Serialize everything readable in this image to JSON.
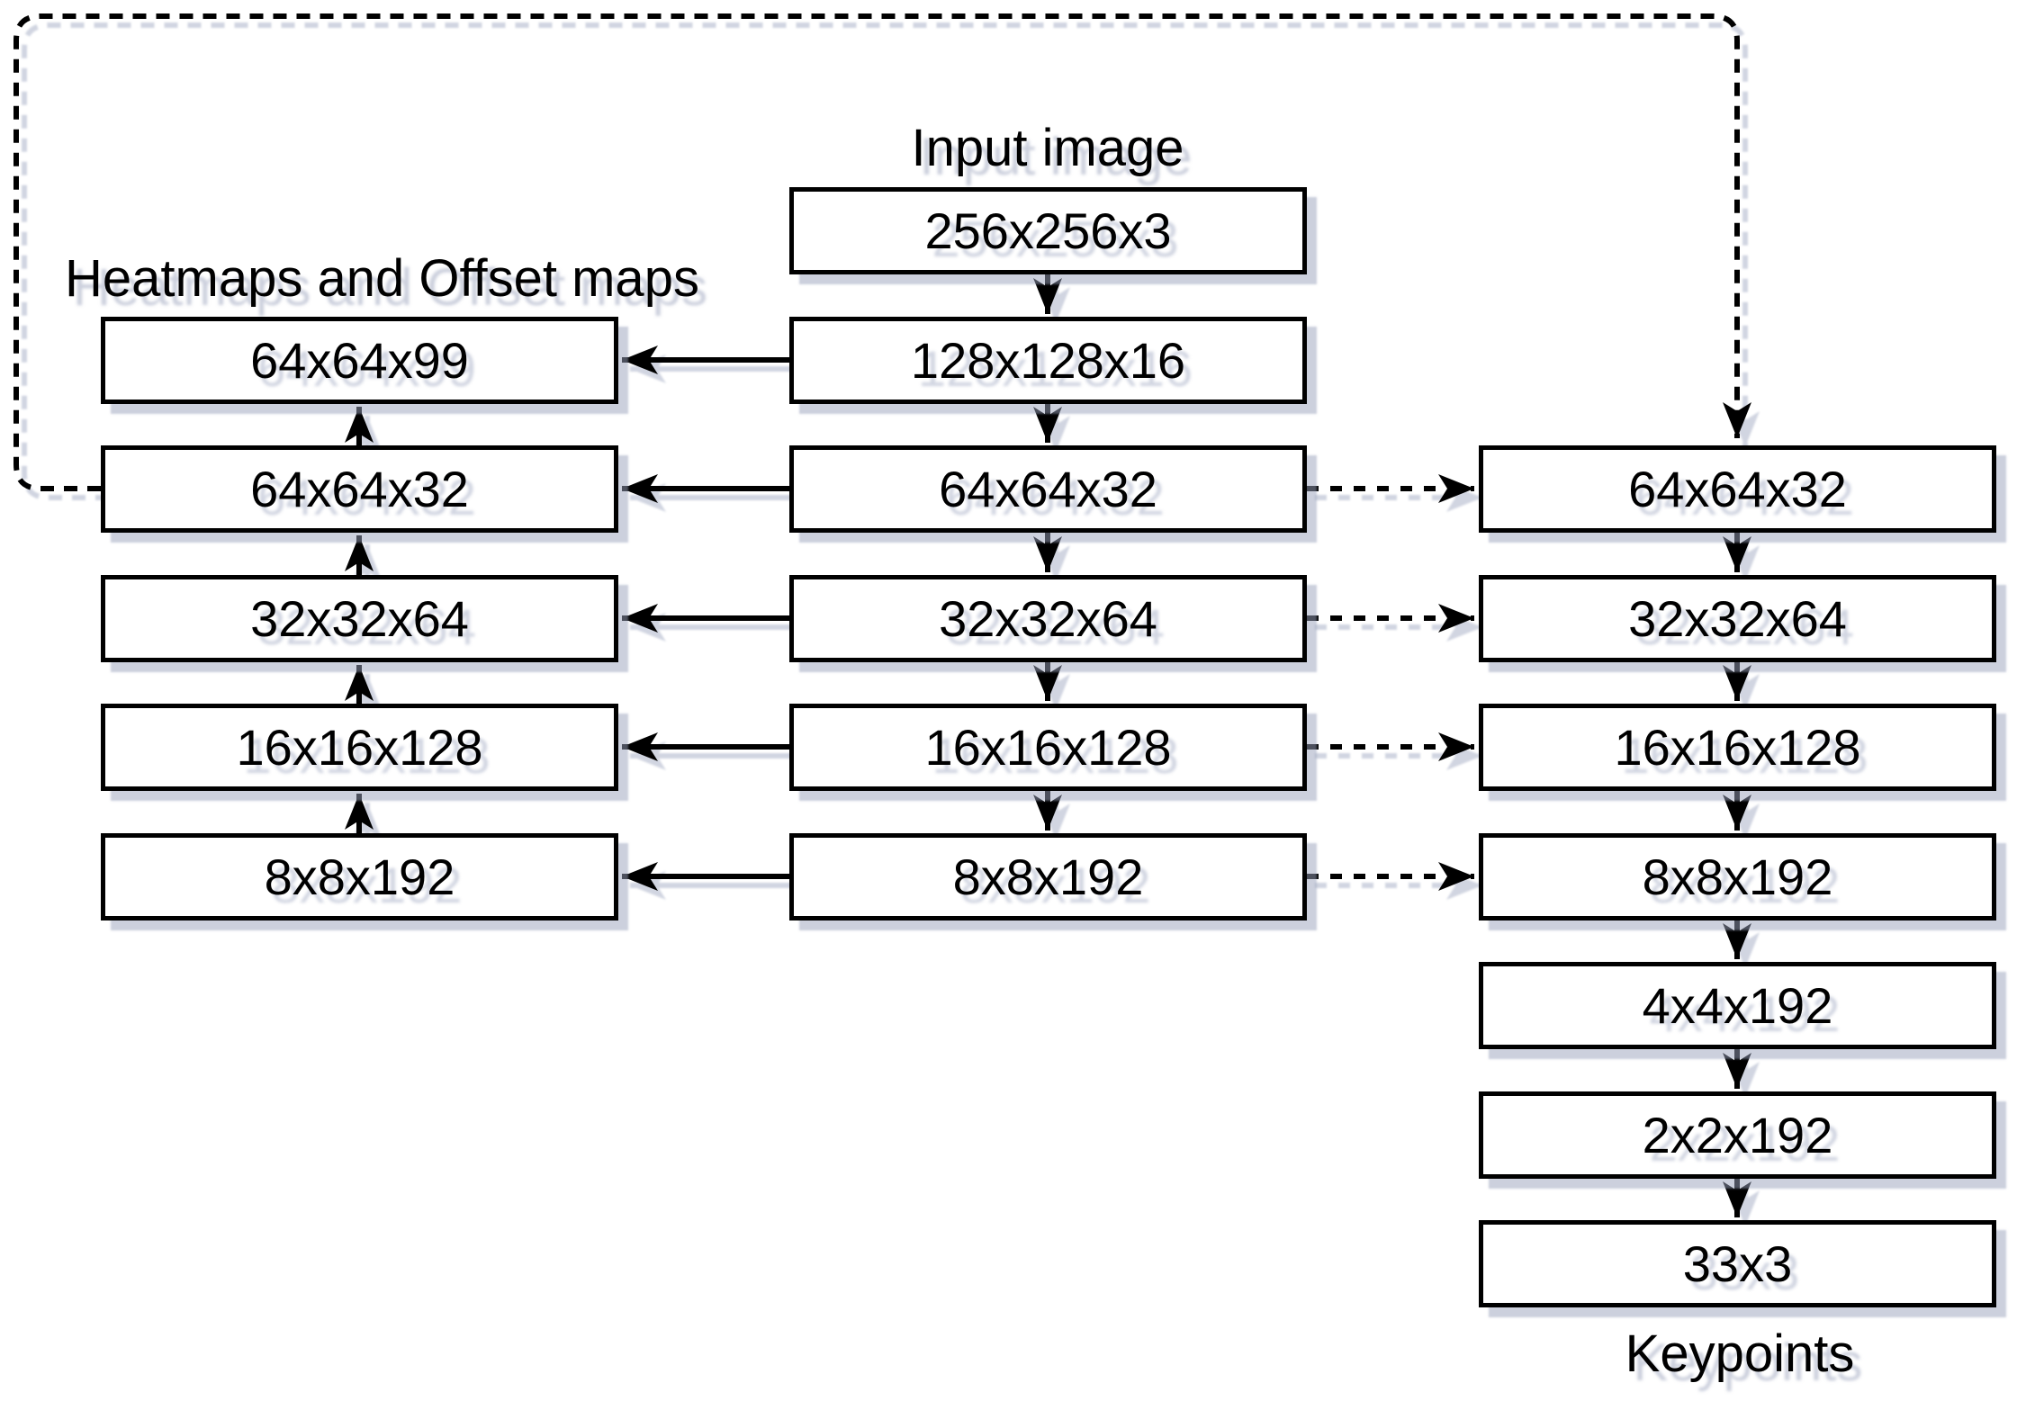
{
  "diagram_type": "neural-network-architecture",
  "colors": {
    "background": "#ffffff",
    "box_fill": "#ffffff",
    "stroke": "#000000",
    "shadow": "rgba(154,162,188,0.5)"
  },
  "labels": {
    "input_image": "Input image",
    "heatmaps": "Heatmaps and Offset maps",
    "keypoints": "Keypoints"
  },
  "columns": {
    "left": {
      "caption": "Heatmaps and Offset maps",
      "boxes": [
        "64x64x99",
        "64x64x32",
        "32x32x64",
        "16x16x128",
        "8x8x192"
      ]
    },
    "center": {
      "caption": "Input image",
      "boxes": [
        "256x256x3",
        "128x128x16",
        "64x64x32",
        "32x32x64",
        "16x16x128",
        "8x8x192"
      ]
    },
    "right": {
      "caption": "Keypoints",
      "boxes": [
        "64x64x32",
        "32x32x64",
        "16x16x128",
        "8x8x192",
        "4x4x192",
        "2x2x192",
        "33x3"
      ]
    }
  },
  "edges": {
    "center_down_solid": [
      [
        "256x256x3",
        "128x128x16"
      ],
      [
        "128x128x16",
        "64x64x32"
      ],
      [
        "64x64x32",
        "32x32x64"
      ],
      [
        "32x32x64",
        "16x16x128"
      ],
      [
        "16x16x128",
        "8x8x192"
      ]
    ],
    "right_down_solid": [
      [
        "64x64x32",
        "32x32x64"
      ],
      [
        "32x32x64",
        "16x16x128"
      ],
      [
        "16x16x128",
        "8x8x192"
      ],
      [
        "8x8x192",
        "4x4x192"
      ],
      [
        "4x4x192",
        "2x2x192"
      ],
      [
        "2x2x192",
        "33x3"
      ]
    ],
    "left_up_solid": [
      [
        "64x64x32",
        "64x64x99"
      ],
      [
        "32x32x64",
        "64x64x32"
      ],
      [
        "16x16x128",
        "32x32x64"
      ],
      [
        "8x8x192",
        "16x16x128"
      ]
    ],
    "center_to_left_solid": [
      [
        "128x128x16",
        "64x64x99"
      ],
      [
        "64x64x32",
        "64x64x32"
      ],
      [
        "32x32x64",
        "32x32x64"
      ],
      [
        "16x16x128",
        "16x16x128"
      ],
      [
        "8x8x192",
        "8x8x192"
      ]
    ],
    "center_to_right_dashed": [
      [
        "64x64x32",
        "64x64x32"
      ],
      [
        "32x32x64",
        "32x32x64"
      ],
      [
        "16x16x128",
        "16x16x128"
      ],
      [
        "8x8x192",
        "8x8x192"
      ]
    ],
    "dashed_skip_loop": [
      "left 64x64x32",
      "right 64x64x32 (around top of canvas)"
    ]
  }
}
